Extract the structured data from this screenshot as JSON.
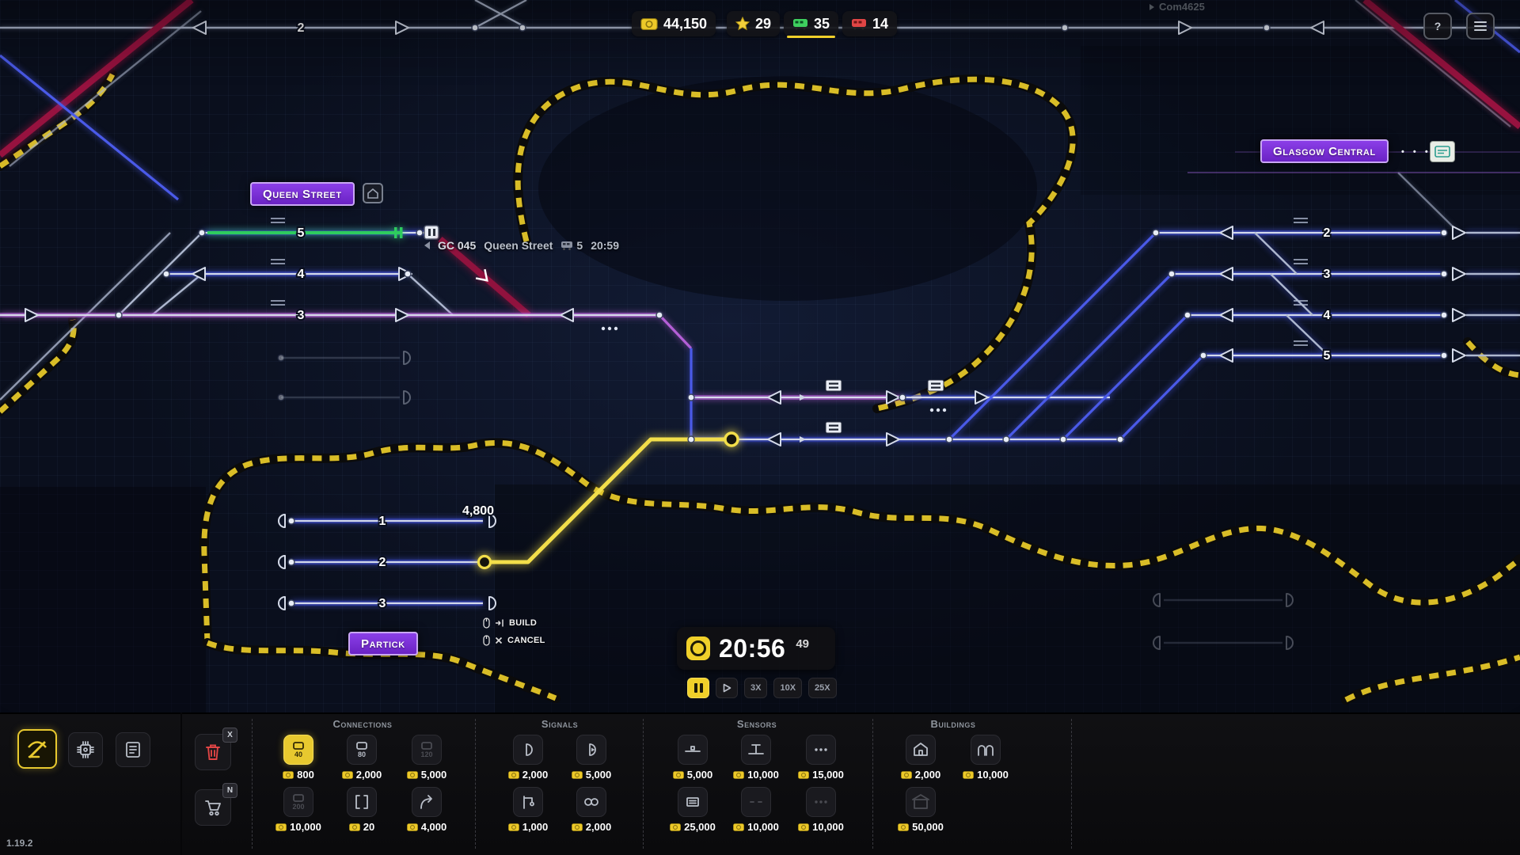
{
  "meta": {
    "version": "1.19.2",
    "session": "Com4625"
  },
  "top_bar": {
    "money": "44,150",
    "stars": "29",
    "trains_running": "35",
    "trains_waiting": "14",
    "help": "?"
  },
  "map": {
    "stations": {
      "queen_street": "Queen Street",
      "glasgow_central": "Glasgow Central",
      "partick": "Partick"
    },
    "queen_street_platforms": [
      "5",
      "4",
      "3"
    ],
    "glasgow_platforms": [
      "2",
      "3",
      "4",
      "5"
    ],
    "partick_platforms": [
      "1",
      "2",
      "3"
    ],
    "top_track_number": "2",
    "gc_dots": "• • • •",
    "train_info": {
      "id": "GC 045",
      "station": "Queen Street",
      "platform": "5",
      "arrival": "20:59"
    },
    "build": {
      "cost": "4,800",
      "build_label": "BUILD",
      "cancel_label": "CANCEL"
    }
  },
  "clock": {
    "time": "20:56",
    "seconds": "49"
  },
  "speed": {
    "x3": "3X",
    "x10": "10X",
    "x25": "25X"
  },
  "toolbar": {
    "badges": {
      "delete": "X",
      "cart": "N"
    },
    "sections": [
      {
        "title": "Connections",
        "items": [
          {
            "name": "connection-40",
            "icon_label": "40",
            "price": "800"
          },
          {
            "name": "connection-80",
            "icon_label": "80",
            "price": "2,000"
          },
          {
            "name": "connection-120",
            "icon_label": "120",
            "price": "5,000"
          },
          {
            "name": "connection-200",
            "icon_label": "200",
            "price": "10,000"
          },
          {
            "name": "track",
            "price": "20"
          },
          {
            "name": "curve",
            "price": "4,000"
          }
        ]
      },
      {
        "title": "Signals",
        "items": [
          {
            "name": "signal",
            "price": "2,000"
          },
          {
            "name": "auto-signal",
            "price": "5,000"
          },
          {
            "name": "gantry-signal",
            "price": "1,000"
          },
          {
            "name": "double-signal",
            "price": "2,000"
          }
        ]
      },
      {
        "title": "Sensors",
        "items": [
          {
            "name": "sensor",
            "price": "5,000"
          },
          {
            "name": "speed-sensor",
            "price": "10,000"
          },
          {
            "name": "multi-sensor",
            "price": "15,000"
          },
          {
            "name": "gantry-sensor",
            "price": "25,000"
          },
          {
            "name": "dash-sensor",
            "price": "10,000"
          },
          {
            "name": "dot-sensor",
            "price": "10,000"
          }
        ]
      },
      {
        "title": "Buildings",
        "items": [
          {
            "name": "station",
            "price": "2,000"
          },
          {
            "name": "large-station",
            "price": "10,000"
          },
          {
            "name": "depot",
            "price": "50,000"
          }
        ]
      }
    ]
  }
}
